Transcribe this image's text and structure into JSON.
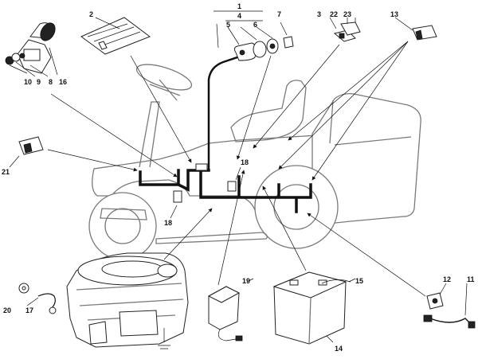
{
  "labels": {
    "l1": "1",
    "l2": "2",
    "l3": "3",
    "l4": "4",
    "l5": "5",
    "l6": "6",
    "l7": "7",
    "l8": "8",
    "l9": "9",
    "l10": "10",
    "l11": "11",
    "l12": "12",
    "l13": "13",
    "l14": "14",
    "l15": "15",
    "l16": "16",
    "l17": "17",
    "l18a": "18",
    "l18b": "18",
    "l19": "19",
    "l20": "20",
    "l21": "21",
    "l22": "22",
    "l23": "23"
  }
}
